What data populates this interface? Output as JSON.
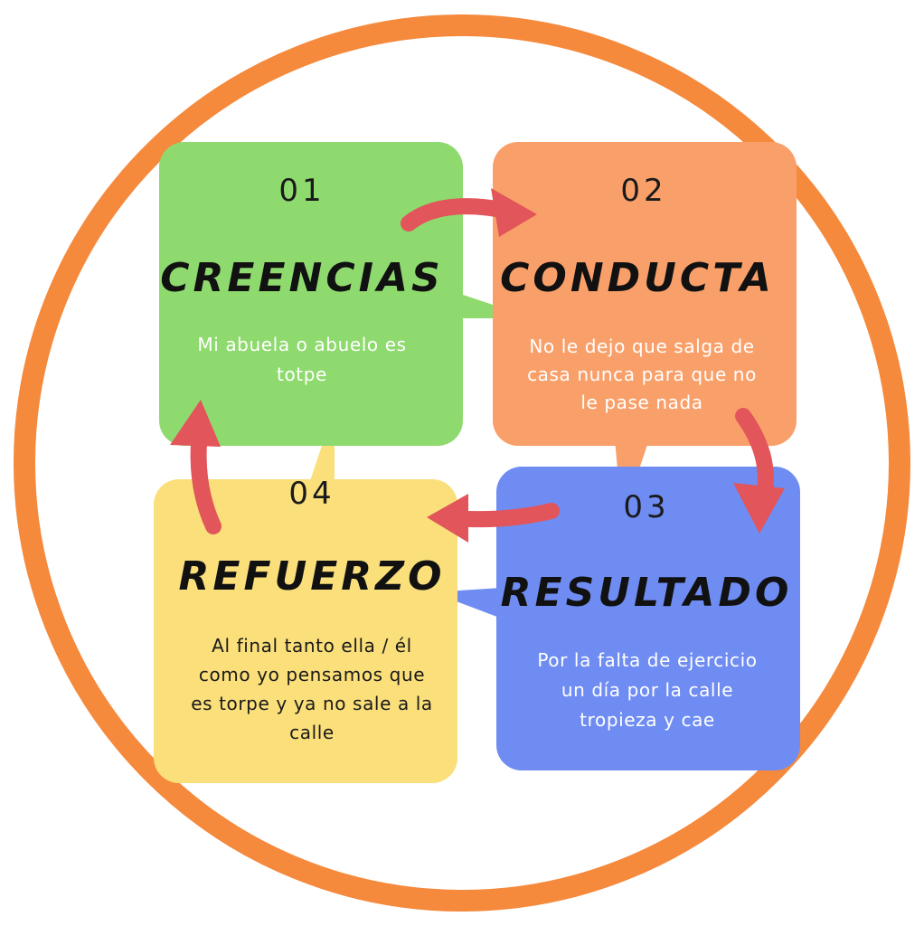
{
  "colors": {
    "ring": "#F5893C",
    "arrow": "#E2555A",
    "green": "#8FDA6E",
    "orange": "#F9A06A",
    "blue": "#6F8CF3",
    "yellow": "#FADF7A",
    "text_dark": "#1a1a1a",
    "text_light": "#ffffff"
  },
  "boxes": {
    "creencias": {
      "number": "01",
      "title": "CREENCIAS",
      "desc_lines": [
        "Mi abuela o abuelo es",
        "totpe"
      ]
    },
    "conducta": {
      "number": "02",
      "title": "CONDUCTA",
      "desc_lines": [
        "No le dejo que salga de",
        "casa nunca para que no",
        "le pase nada"
      ]
    },
    "resultado": {
      "number": "03",
      "title": "RESULTADO",
      "desc_lines": [
        "Por la falta de ejercicio",
        "un día por la calle",
        "tropieza y cae"
      ]
    },
    "refuerzo": {
      "number": "04",
      "title": "REFUERZO",
      "desc_lines": [
        "Al final tanto ella / él",
        "como yo pensamos que",
        "es torpe y ya no sale a la",
        "calle"
      ]
    }
  },
  "arrows": [
    {
      "from": "creencias",
      "to": "conducta"
    },
    {
      "from": "conducta",
      "to": "resultado"
    },
    {
      "from": "resultado",
      "to": "refuerzo"
    },
    {
      "from": "refuerzo",
      "to": "creencias"
    }
  ]
}
